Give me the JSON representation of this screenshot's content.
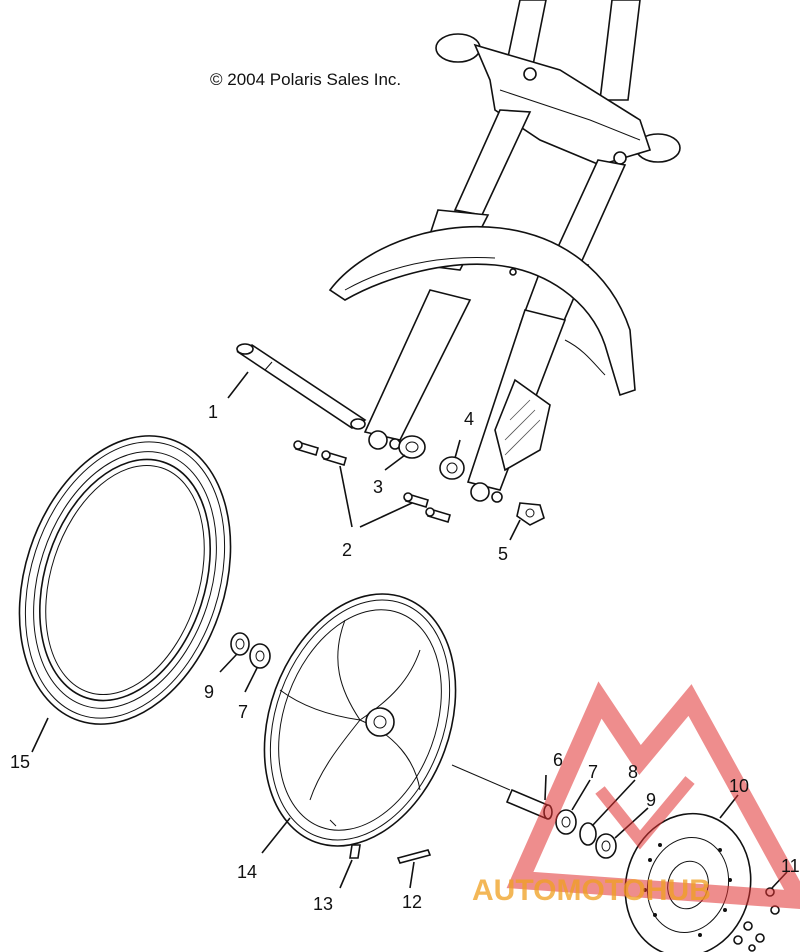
{
  "copyright": "© 2004 Polaris Sales Inc.",
  "callouts": [
    {
      "id": "1",
      "label": "1"
    },
    {
      "id": "2",
      "label": "2"
    },
    {
      "id": "3",
      "label": "3"
    },
    {
      "id": "4",
      "label": "4"
    },
    {
      "id": "5",
      "label": "5"
    },
    {
      "id": "6",
      "label": "6"
    },
    {
      "id": "7a",
      "label": "7"
    },
    {
      "id": "7b",
      "label": "7"
    },
    {
      "id": "8",
      "label": "8"
    },
    {
      "id": "9a",
      "label": "9"
    },
    {
      "id": "9b",
      "label": "9"
    },
    {
      "id": "10",
      "label": "10"
    },
    {
      "id": "11",
      "label": "11"
    },
    {
      "id": "12",
      "label": "12"
    },
    {
      "id": "13",
      "label": "13"
    },
    {
      "id": "14",
      "label": "14"
    },
    {
      "id": "15",
      "label": "15"
    }
  ],
  "watermark": {
    "text": "AUTOMOTOHUB",
    "color_red": "#e03030",
    "color_orange": "#f0a020"
  }
}
